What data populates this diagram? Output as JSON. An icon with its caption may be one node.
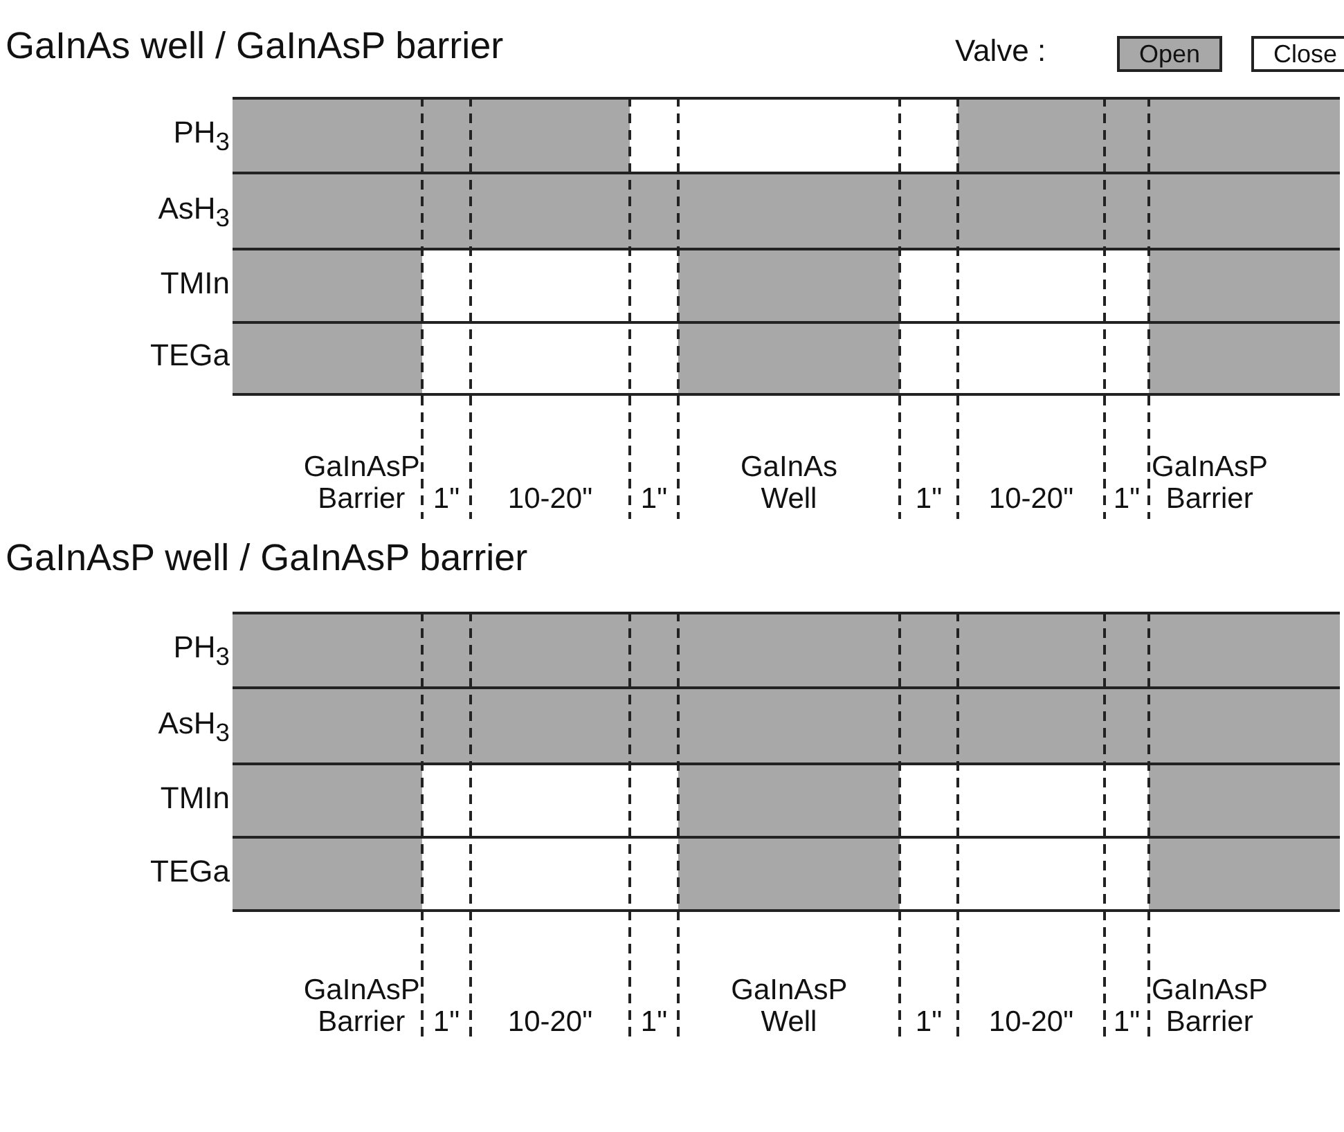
{
  "diagram": {
    "labels": [
      "GaInAs well / GaInAsP barrier",
      "Valve :",
      "PH$_{3}$",
      "AsH$_{3}$",
      "TMIn",
      "TEGa",
      "GaInAsP Barrier",
      "1\"",
      "10-20\"",
      "1\"",
      "GaInAs Well",
      "1\"",
      "10-20\"",
      "1\"",
      "GaInAsP Barrier",
      "GaInAsP well / GaInAsP barrier",
      "PH$_{3}$",
      "AsH$_{3}$",
      "TMIn",
      "TEGa",
      "GaInAsP Barrier",
      "1\"",
      "10-20\"",
      "1\"",
      "GaInAsP Well",
      "1\"",
      "10-20\"",
      "1\"",
      "GaInAsP Barrier"
    ],
    "legend": [
      {
        "text": "Open",
        "color": "#a8a8a8"
      },
      {
        "text": "Close",
        "color": "#ffffff"
      }
    ]
  }
}
